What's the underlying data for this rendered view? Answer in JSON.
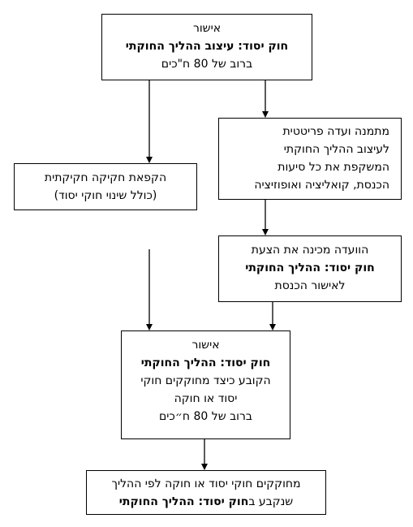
{
  "boxes": {
    "approval_design": {
      "line1": "אישור",
      "line2": "חוק יסוד: עיצוב ההליך החוקתי",
      "line3": "ברוב של 80 ח\"כים"
    },
    "committee": {
      "line1": "מתמנה ועדה פריטטית",
      "line2": "לעיצוב ההליך החוקתי",
      "line3": "המשקפת את כל סיעות",
      "line4": "הכנסת, קואליציה ואופוזיציה"
    },
    "freeze": {
      "line1": "הקפאת חקיקה חקיקתית",
      "line2": "(כולל שינוי חוקי יסוד)"
    },
    "proposal": {
      "line1": "הוועדה מכינה את הצעת",
      "line2": "חוק יסוד: ההליך החוקתי",
      "line3": "לאישור הכנסת"
    },
    "approval_procedure": {
      "line1": "אישור",
      "line2": "חוק יסוד: ההליך החוקתי",
      "line3": "הקובע כיצד מחוקקים חוקי",
      "line4": "יסוד או חוקה",
      "line5": "ברוב של 80 ח״כים"
    },
    "legislate": {
      "line1": "מחוקקים חוקי יסוד או חוקה לפי ההליך",
      "line2_prefix": "שנקבע ב",
      "line2_bold": "חוק יסוד: ההליך החוקתי"
    }
  }
}
